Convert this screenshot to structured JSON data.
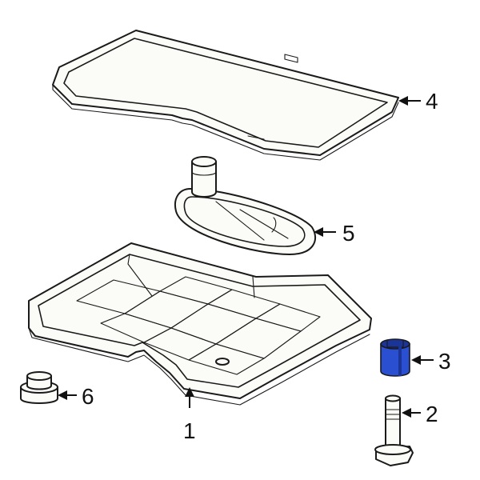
{
  "callouts": [
    {
      "id": "1",
      "label": "1"
    },
    {
      "id": "2",
      "label": "2"
    },
    {
      "id": "3",
      "label": "3"
    },
    {
      "id": "4",
      "label": "4"
    },
    {
      "id": "5",
      "label": "5"
    },
    {
      "id": "6",
      "label": "6"
    }
  ],
  "colors": {
    "highlight_part": "#2a4fd1",
    "highlight_shade": "#1a3497",
    "line": "#1a1a1a",
    "part_fill": "#fbfbf7"
  }
}
